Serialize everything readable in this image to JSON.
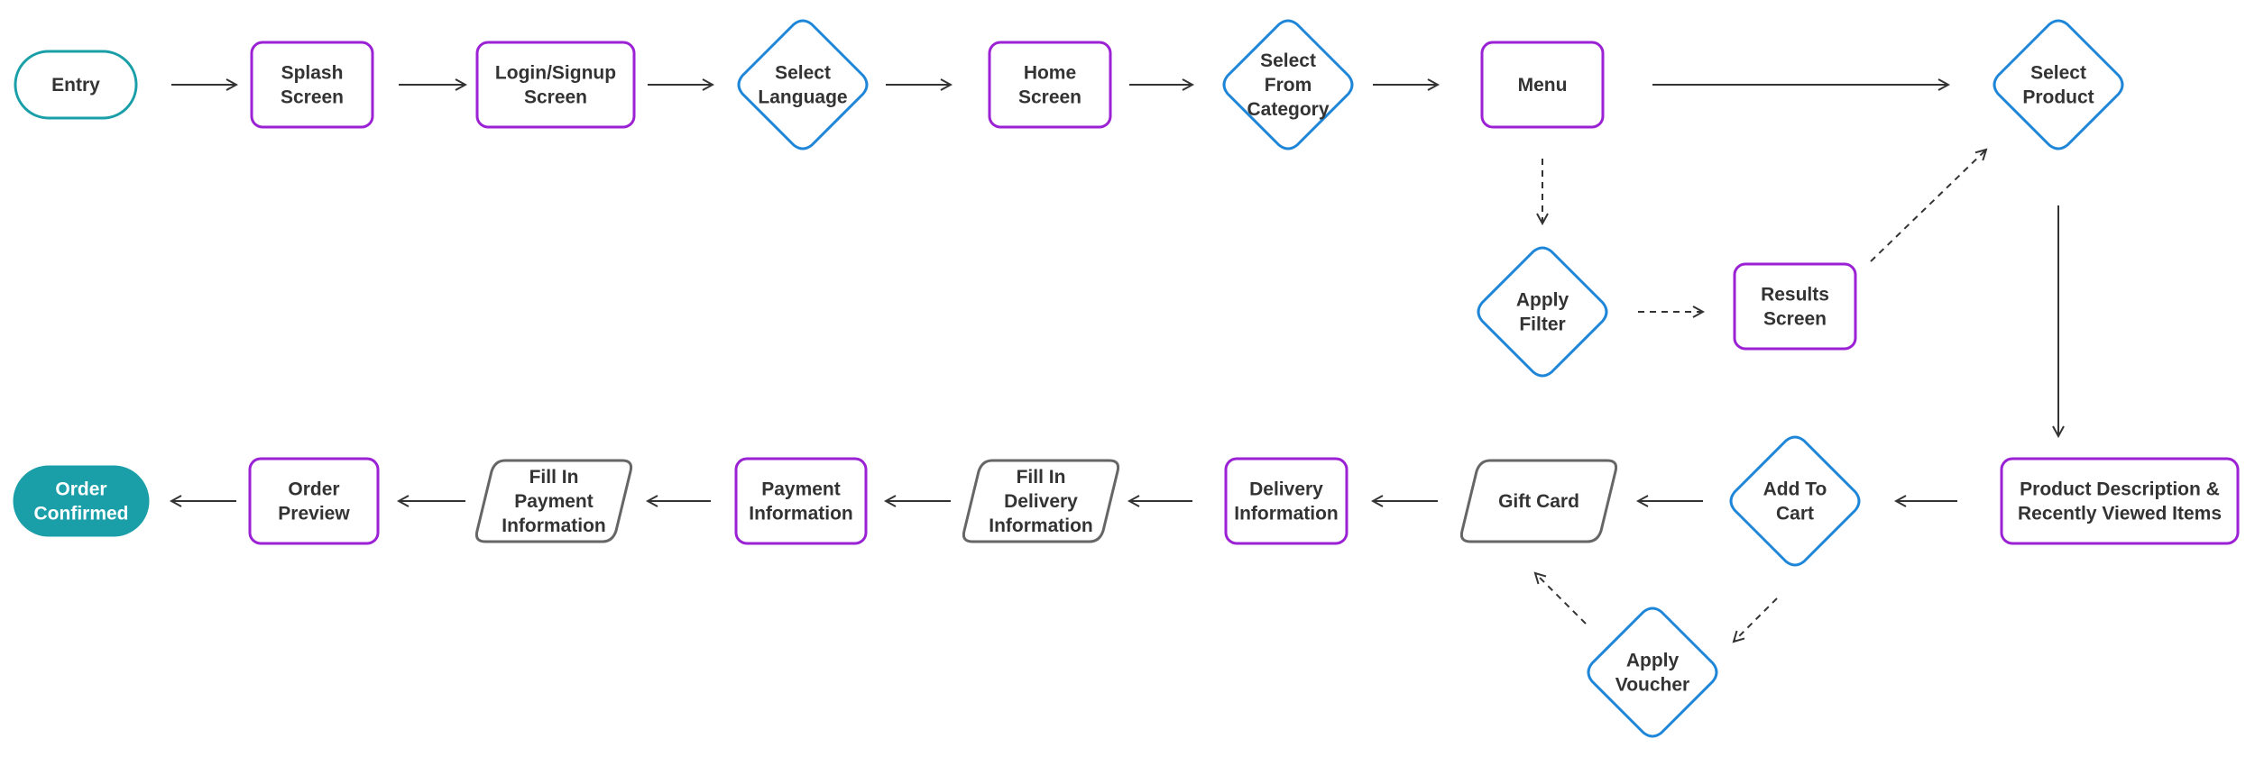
{
  "colors": {
    "terminal_stroke": "#1a9fa8",
    "terminal_fill": "#1a9fa8",
    "process_stroke": "#9b22d4",
    "decision_stroke": "#1e86d9",
    "io_stroke": "#666666",
    "arrow": "#333333",
    "text": "#333333",
    "text_on_fill": "#ffffff"
  },
  "nodes": {
    "entry": {
      "lines": [
        "Entry"
      ],
      "kind": "terminal"
    },
    "splash": {
      "lines": [
        "Splash",
        "Screen"
      ],
      "kind": "process"
    },
    "login": {
      "lines": [
        "Login/Signup",
        "Screen"
      ],
      "kind": "process"
    },
    "language": {
      "lines": [
        "Select",
        "Language"
      ],
      "kind": "decision"
    },
    "home": {
      "lines": [
        "Home",
        "Screen"
      ],
      "kind": "process"
    },
    "category": {
      "lines": [
        "Select",
        "From",
        "Category"
      ],
      "kind": "decision"
    },
    "menu": {
      "lines": [
        "Menu"
      ],
      "kind": "process"
    },
    "select_product": {
      "lines": [
        "Select",
        "Product"
      ],
      "kind": "decision"
    },
    "apply_filter": {
      "lines": [
        "Apply",
        "Filter"
      ],
      "kind": "decision"
    },
    "results": {
      "lines": [
        "Results",
        "Screen"
      ],
      "kind": "process"
    },
    "product_desc": {
      "lines": [
        "Product Description &",
        "Recently Viewed Items"
      ],
      "kind": "process"
    },
    "add_to_cart": {
      "lines": [
        "Add To",
        "Cart"
      ],
      "kind": "decision"
    },
    "gift_card": {
      "lines": [
        "Gift Card"
      ],
      "kind": "io"
    },
    "apply_voucher": {
      "lines": [
        "Apply",
        "Voucher"
      ],
      "kind": "decision"
    },
    "delivery_info": {
      "lines": [
        "Delivery",
        "Information"
      ],
      "kind": "process"
    },
    "fill_delivery": {
      "lines": [
        "Fill In",
        "Delivery",
        "Information"
      ],
      "kind": "io"
    },
    "payment_info": {
      "lines": [
        "Payment",
        "Information"
      ],
      "kind": "process"
    },
    "fill_payment": {
      "lines": [
        "Fill In",
        "Payment",
        "Information"
      ],
      "kind": "io"
    },
    "order_preview": {
      "lines": [
        "Order",
        "Preview"
      ],
      "kind": "process"
    },
    "order_confirmed": {
      "lines": [
        "Order",
        "Confirmed"
      ],
      "kind": "terminal_filled"
    }
  },
  "edges": [
    {
      "from": "entry",
      "to": "splash",
      "style": "solid"
    },
    {
      "from": "splash",
      "to": "login",
      "style": "solid"
    },
    {
      "from": "login",
      "to": "language",
      "style": "solid"
    },
    {
      "from": "language",
      "to": "home",
      "style": "solid"
    },
    {
      "from": "home",
      "to": "category",
      "style": "solid"
    },
    {
      "from": "category",
      "to": "menu",
      "style": "solid"
    },
    {
      "from": "menu",
      "to": "select_product",
      "style": "solid"
    },
    {
      "from": "menu",
      "to": "apply_filter",
      "style": "dashed"
    },
    {
      "from": "apply_filter",
      "to": "results",
      "style": "dashed"
    },
    {
      "from": "results",
      "to": "select_product",
      "style": "dashed"
    },
    {
      "from": "select_product",
      "to": "product_desc",
      "style": "solid"
    },
    {
      "from": "product_desc",
      "to": "add_to_cart",
      "style": "solid"
    },
    {
      "from": "add_to_cart",
      "to": "gift_card",
      "style": "solid"
    },
    {
      "from": "add_to_cart",
      "to": "apply_voucher",
      "style": "dashed"
    },
    {
      "from": "apply_voucher",
      "to": "gift_card",
      "style": "dashed"
    },
    {
      "from": "gift_card",
      "to": "delivery_info",
      "style": "solid"
    },
    {
      "from": "delivery_info",
      "to": "fill_delivery",
      "style": "solid"
    },
    {
      "from": "fill_delivery",
      "to": "payment_info",
      "style": "solid"
    },
    {
      "from": "payment_info",
      "to": "fill_payment",
      "style": "solid"
    },
    {
      "from": "fill_payment",
      "to": "order_preview",
      "style": "solid"
    },
    {
      "from": "order_preview",
      "to": "order_confirmed",
      "style": "solid"
    }
  ]
}
